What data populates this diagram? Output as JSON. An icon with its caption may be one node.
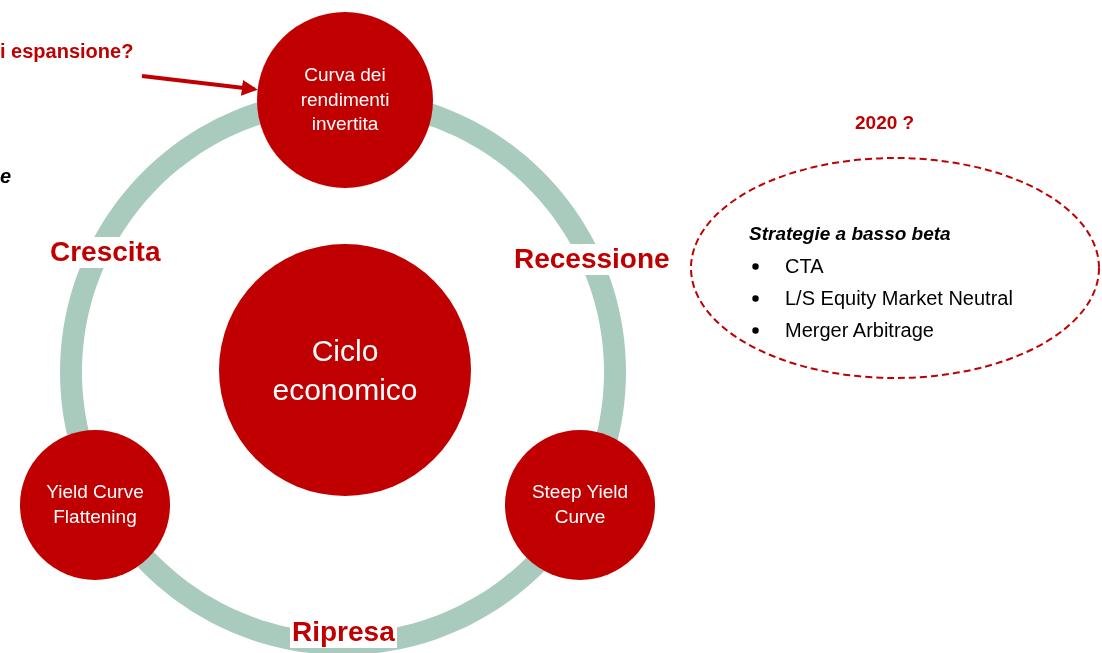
{
  "diagram": {
    "nodes": [
      {
        "text": [
          "i espansione?"
        ]
      },
      {
        "text": [
          "Curva dei rendimenti invertita"
        ]
      },
      {
        "text": [
          "Ciclo economico"
        ]
      },
      {
        "text": [
          "Yield Curve Flattening"
        ]
      },
      {
        "text": [
          "Steep Yield Curve"
        ]
      },
      {
        "text": [
          "Strategie a basso beta",
          "CTA",
          "L/S Equity Market Neutral",
          "Merger Arbitrage"
        ],
        "beside": [
          "2020 ?"
        ]
      }
    ],
    "edges": [
      {
        "from": 0,
        "to": 1,
        "arrow": "to",
        "color": "#c00000"
      },
      {
        "from": 1,
        "to": 4,
        "arrow": "none",
        "label": "Recessione"
      },
      {
        "from": 4,
        "to": 3,
        "arrow": "none",
        "label": "Ripresa"
      },
      {
        "from": 3,
        "to": 1,
        "arrow": "none",
        "label": "Crescita"
      }
    ],
    "labels": [
      "e"
    ]
  }
}
